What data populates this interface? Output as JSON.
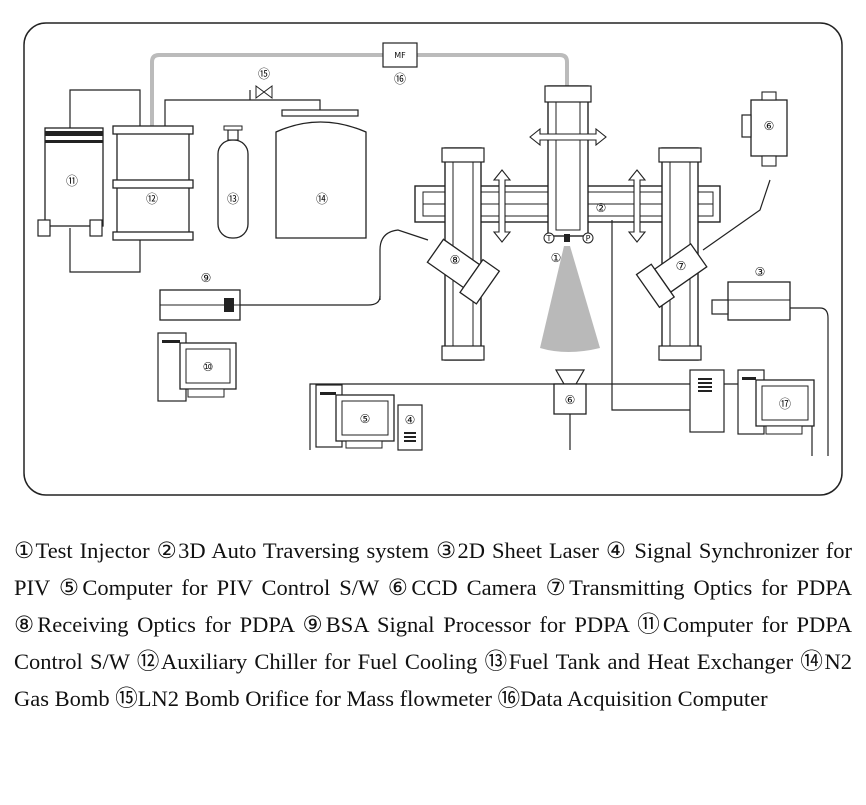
{
  "diagram": {
    "mf_label": "MF",
    "marks": [
      "①",
      "②",
      "③",
      "④",
      "⑤",
      "⑥",
      "⑦",
      "⑧",
      "⑨",
      "⑩",
      "⑪",
      "⑫",
      "⑬",
      "⑭",
      "⑮",
      "⑯",
      "⑰"
    ],
    "probe_t": "T",
    "probe_p": "P",
    "colors": {
      "line": "#222222",
      "tube": "#bbbbbb",
      "spray": "#b9b9b9"
    }
  },
  "caption": "①Test Injector ②3D Auto Traversing system ③2D Sheet Laser ④ Signal Synchronizer for PIV ⑤Computer for PIV Control S/W ⑥CCD Camera ⑦Transmitting Optics for PDPA ⑧Receiving Optics for PDPA ⑨BSA Signal Processor for PDPA ⑪Computer for PDPA Control S/W ⑫Auxiliary Chiller for Fuel Cooling ⑬Fuel Tank and Heat Exchanger ⑭N2 Gas Bomb ⑮LN2 Bomb Orifice for Mass flowmeter ⑯Data Acquisition Computer"
}
